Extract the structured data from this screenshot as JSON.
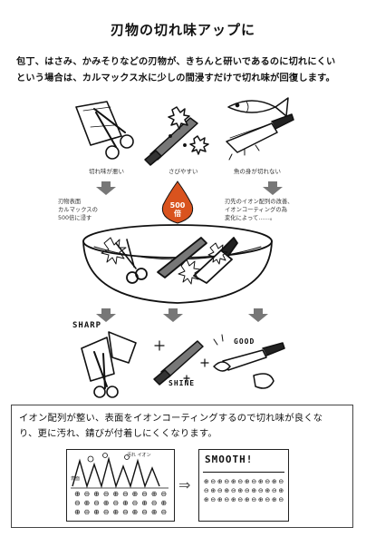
{
  "title": "刃物の切れ味アップに",
  "intro": {
    "line1": "包丁、はさみ、かみそりなどの刃物が、きちんと研いであるのに切れにくい",
    "line2": "という場合は、カルマックス水に少しの間浸すだけで切れ味が回復します。"
  },
  "captions": {
    "scissors": "切れ味が悪い",
    "knife": "さびやすい",
    "fish": "魚の身が切れない"
  },
  "notes": {
    "left_line1": "刃物表面",
    "left_line2": "カルマックスの",
    "left_line3": "500倍に浸す",
    "right_line1": "刃先のイオン配列の改善、",
    "right_line2": "イオンコーティングの為",
    "right_line3": "変化によって……。"
  },
  "badge": {
    "value": "500",
    "unit": "倍"
  },
  "result_labels": {
    "sharp": "SHARP",
    "shine": "SHINE",
    "good": "GOOD"
  },
  "info": {
    "line1": "イオン配列が整い、表面をイオンコーティングするので切れ味が良くな",
    "line2": "り、更に汚れ、錆びが付着しにくくなります。"
  },
  "diagram": {
    "surface_label": "表面",
    "dirt_label": "汚れ イオン",
    "smooth_label": "SMOOTH!",
    "before_ions": [
      "⊕",
      "⊖",
      "⊕",
      "⊖",
      "⊕",
      "⊖",
      "⊕",
      "⊖",
      "⊕",
      "⊖",
      "⊖",
      "⊕",
      "⊖",
      "⊕",
      "⊖",
      "⊕",
      "⊖",
      "⊕",
      "⊖",
      "⊕",
      "⊕",
      "⊖",
      "⊕",
      "⊖",
      "⊕",
      "⊖",
      "⊕",
      "⊖",
      "⊕",
      "⊖"
    ],
    "after_ions": [
      "⊕",
      "⊖",
      "⊕",
      "⊖",
      "⊕",
      "⊖",
      "⊕",
      "⊖",
      "⊕",
      "⊖",
      "⊕",
      "⊖",
      "⊖",
      "⊕",
      "⊖",
      "⊕",
      "⊖",
      "⊕",
      "⊖",
      "⊕",
      "⊖",
      "⊕",
      "⊖",
      "⊕",
      "⊕",
      "⊖",
      "⊕",
      "⊖",
      "⊕",
      "⊖",
      "⊕",
      "⊖",
      "⊕",
      "⊖",
      "⊕",
      "⊖"
    ],
    "arrow": "⇒"
  },
  "colors": {
    "badge_fill": "#d9531e",
    "badge_text": "#ffffff",
    "ink": "#111111",
    "knife_gray": "#555555",
    "arrow_gray": "#666666"
  }
}
